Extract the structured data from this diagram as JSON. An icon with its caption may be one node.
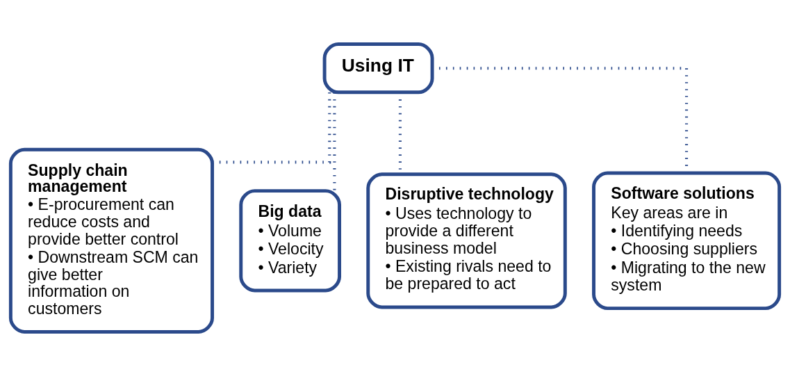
{
  "diagram": {
    "nodes": [
      {
        "text": [
          "Using IT"
        ]
      },
      {
        "text": [
          "Supply chain management",
          "• E-procurement can reduce costs and provide better control",
          "• Downstream SCM can give better information on customers"
        ]
      },
      {
        "text": [
          "Big data",
          "• Volume",
          "• Velocity",
          "• Variety"
        ]
      },
      {
        "text": [
          "Disruptive technology",
          "• Uses technology to provide a different business model",
          "• Existing rivals need to be prepared to act"
        ]
      },
      {
        "text": [
          "Software solutions",
          "Key areas are in",
          "• Identifying needs",
          "• Choosing suppliers",
          "• Migrating to the new system"
        ]
      }
    ],
    "edges": [
      {
        "from": 0,
        "to": 1,
        "arrow": "none",
        "style": "dashed"
      },
      {
        "from": 0,
        "to": 2,
        "arrow": "none",
        "style": "dashed"
      },
      {
        "from": 0,
        "to": 3,
        "arrow": "none",
        "style": "dashed"
      },
      {
        "from": 0,
        "to": 4,
        "arrow": "none",
        "style": "dashed"
      }
    ]
  }
}
